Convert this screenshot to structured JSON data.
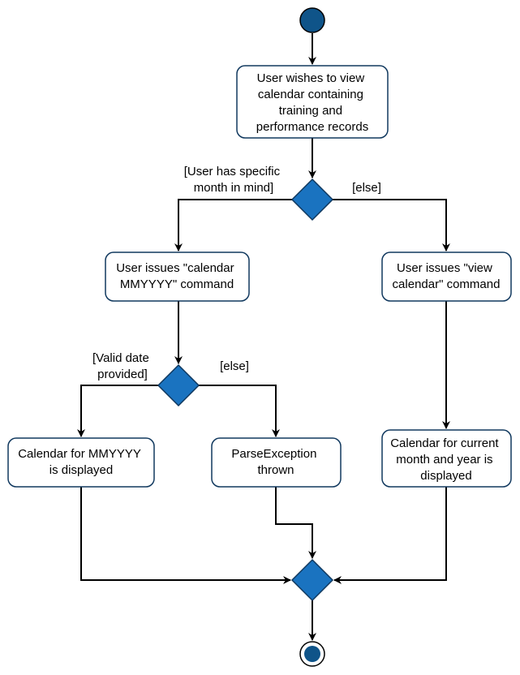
{
  "colors": {
    "node_fill": "#ffffff",
    "node_stroke": "#10385e",
    "decision_fill": "#1a73c0",
    "decision_stroke": "#10385e",
    "start_fill": "#0f5489",
    "edge": "#000000"
  },
  "nodes": {
    "start": {
      "type": "initial-node"
    },
    "view_request": {
      "lines": [
        "User wishes to view",
        "calendar containing",
        "training and",
        "performance records"
      ]
    },
    "decision_month": {
      "type": "decision-node"
    },
    "calendar_cmd": {
      "lines": [
        "User issues \"calendar",
        "MMYYYY\" command"
      ]
    },
    "view_cmd": {
      "lines": [
        "User issues \"view",
        "calendar\" command"
      ]
    },
    "decision_date": {
      "type": "decision-node"
    },
    "display_mmyyyy": {
      "lines": [
        "Calendar for MMYYYY",
        "is displayed"
      ]
    },
    "parse_exception": {
      "lines": [
        "ParseException",
        "thrown"
      ]
    },
    "display_current": {
      "lines": [
        "Calendar for current",
        "month and year is",
        "displayed"
      ]
    },
    "merge": {
      "type": "merge-node"
    },
    "end": {
      "type": "final-node"
    }
  },
  "guards": {
    "month_in_mind": [
      "[User has specific",
      "month in mind]"
    ],
    "else_1": [
      "[else]"
    ],
    "valid_date": [
      "[Valid date",
      "provided]"
    ],
    "else_2": [
      "[else]"
    ]
  }
}
